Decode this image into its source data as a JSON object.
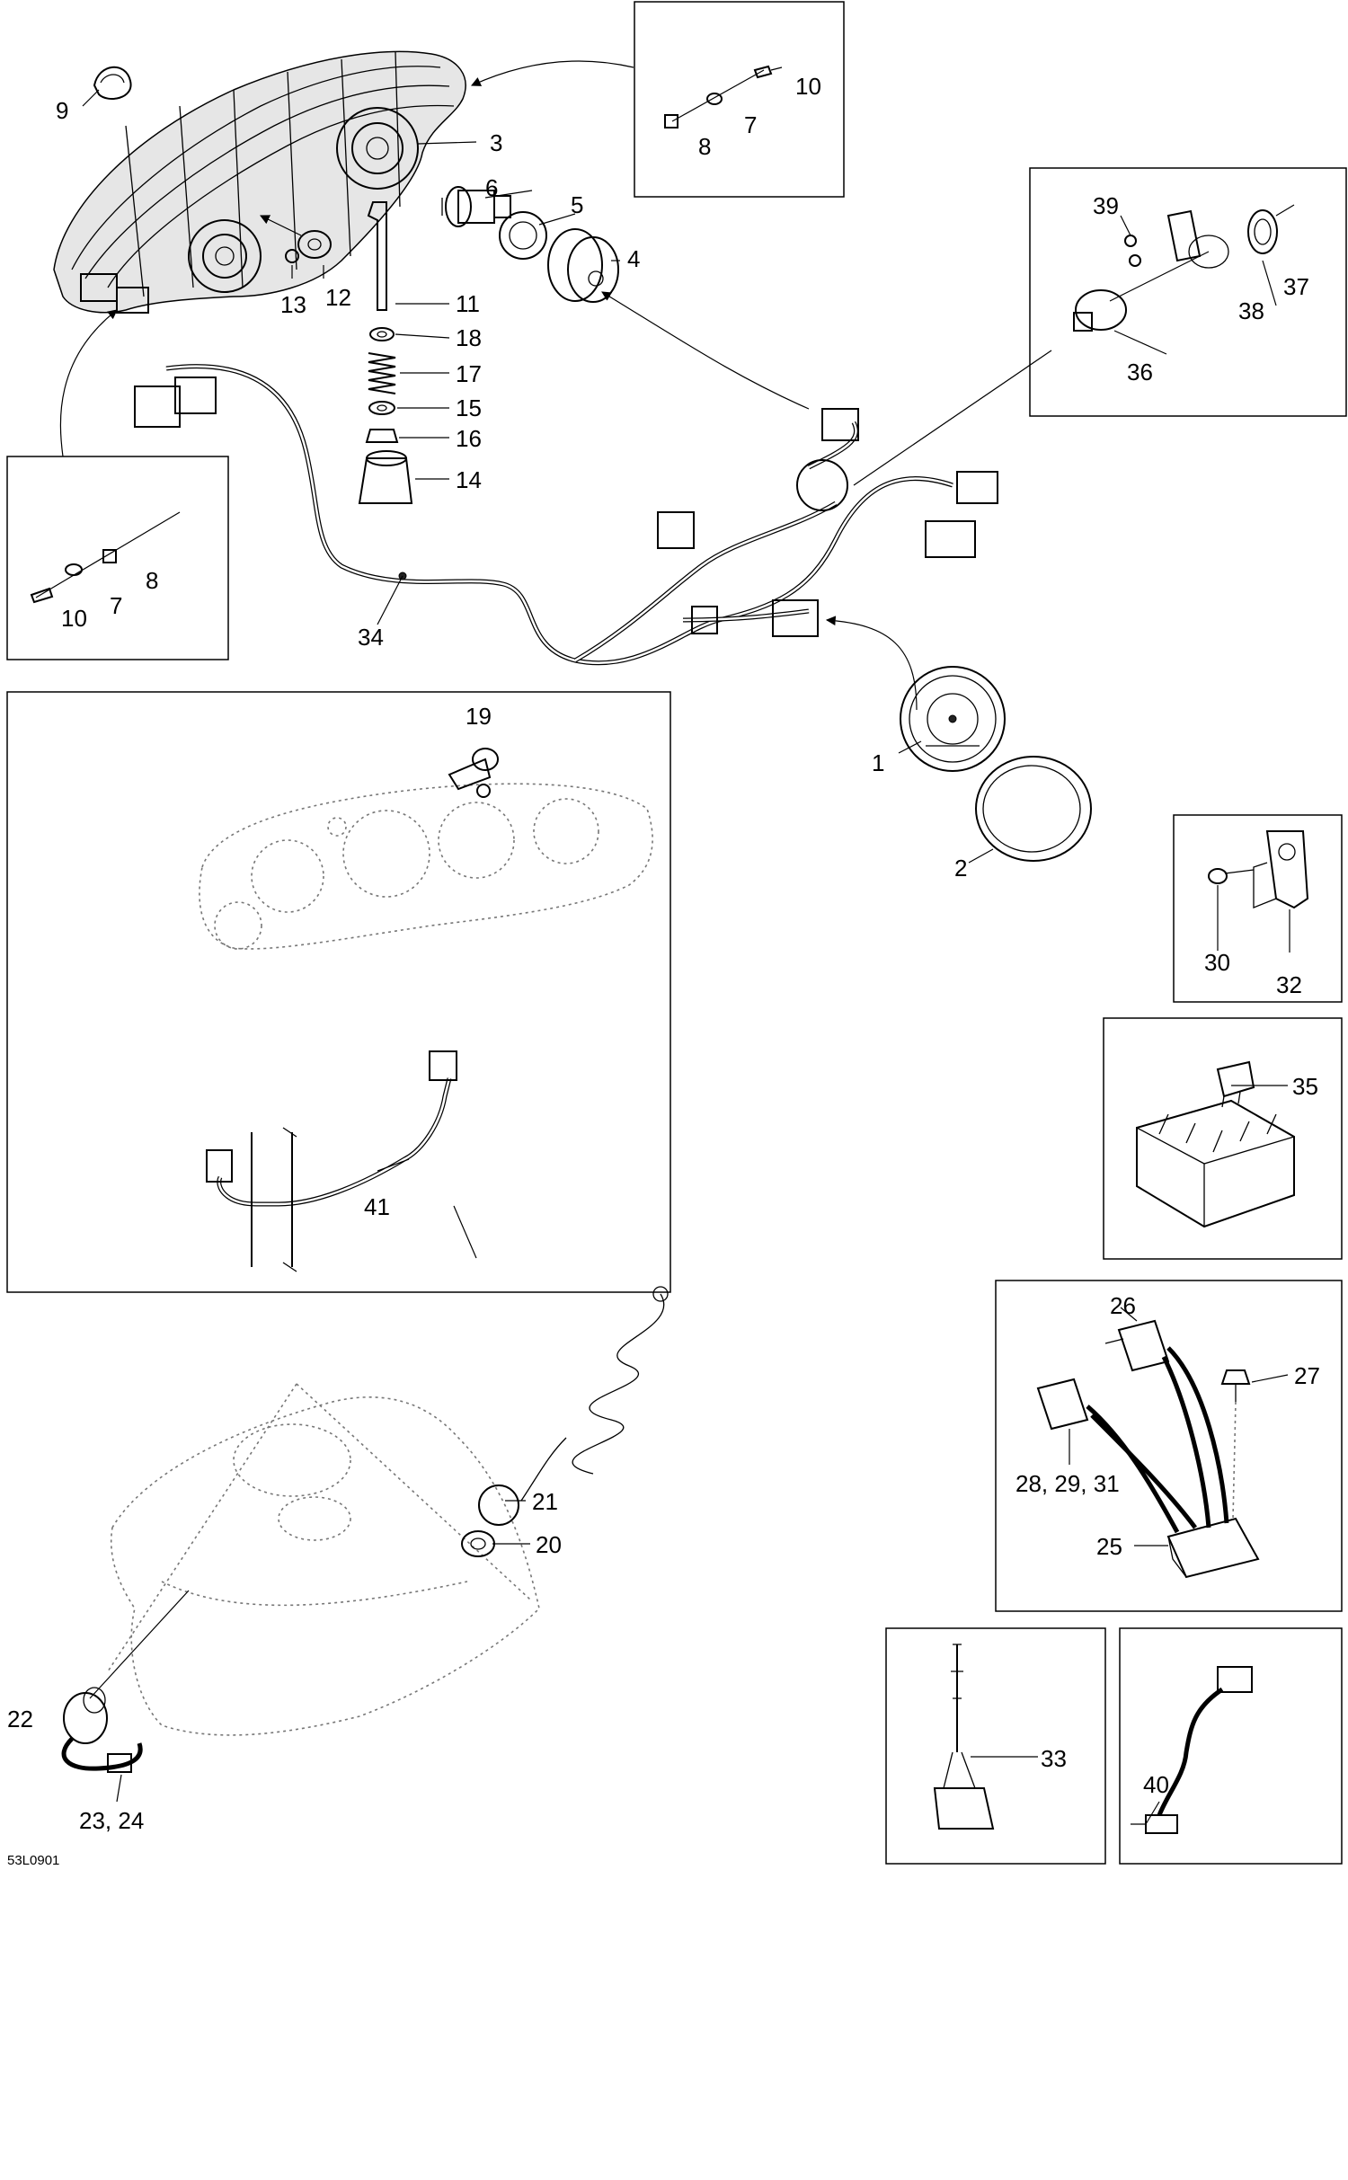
{
  "drawing": {
    "code": "53L0901",
    "labels": {
      "l1": "1",
      "l2": "2",
      "l3": "3",
      "l4": "4",
      "l5": "5",
      "l6": "6",
      "l7a": "7",
      "l7b": "7",
      "l8a": "8",
      "l8b": "8",
      "l9": "9",
      "l10a": "10",
      "l10b": "10",
      "l11": "11",
      "l12": "12",
      "l13": "13",
      "l14": "14",
      "l15": "15",
      "l16": "16",
      "l17": "17",
      "l18": "18",
      "l19": "19",
      "l20": "20",
      "l21": "21",
      "l22": "22",
      "l23_24": "23, 24",
      "l25": "25",
      "l26": "26",
      "l27": "27",
      "l28_29_31": "28, 29, 31",
      "l30": "30",
      "l32": "32",
      "l33": "33",
      "l34": "34",
      "l35": "35",
      "l36": "36",
      "l37": "37",
      "l38": "38",
      "l39": "39",
      "l40": "40",
      "l41": "41"
    }
  }
}
